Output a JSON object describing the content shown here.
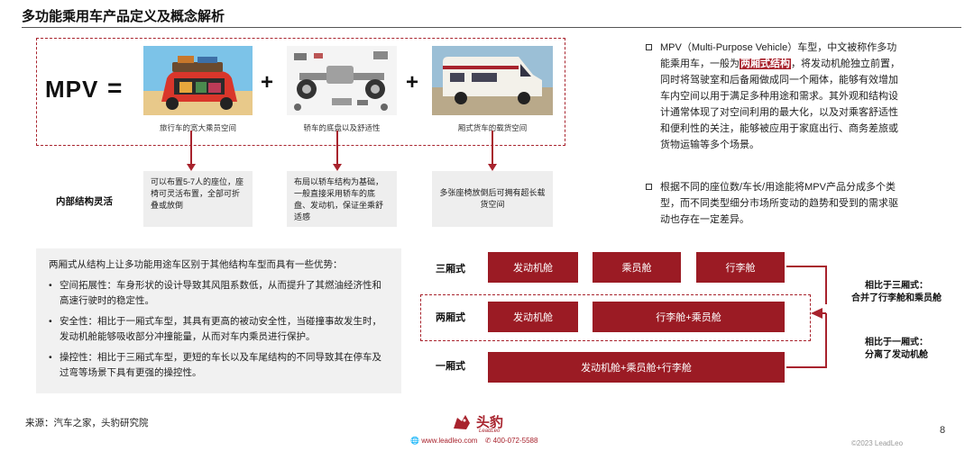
{
  "header": {
    "title": "多功能乘用车产品定义及概念解析"
  },
  "equation": {
    "left": "MPV",
    "equals": "=",
    "plus": "+",
    "items": [
      {
        "caption": "旅行车的宽大乘员空间",
        "description": "可以布置5-7人的座位，座椅可灵活布置，全部可折叠或放倒"
      },
      {
        "caption": "轿车的底盘以及舒适性",
        "description": "布局以轿车结构为基础，一般直接采用轿车的底盘、发动机，保证坐乘舒适感"
      },
      {
        "caption": "厢式货车的载货空间",
        "description": "多张座椅放倒后可拥有超长载货空间"
      }
    ],
    "inner_label": "内部结构灵活"
  },
  "right_panel": {
    "p1_before": "MPV（Multi-Purpose Vehicle）车型，中文被称作多功能乘用车，一般为",
    "p1_highlight": "两厢式结构",
    "p1_after": "，将发动机舱独立前置，同时将驾驶室和后备厢做成同一个厢体，能够有效增加车内空间以用于满足多种用途和需求。其外观和结构设计通常体现了对空间利用的最大化，以及对乘客舒适性和便利性的关注，能够被应用于家庭出行、商务差旅或货物运输等多个场景。",
    "p2": "根据不同的座位数/车长/用途能将MPV产品分成多个类型，而不同类型细分市场所变动的趋势和受到的需求驱动也存在一定差异。"
  },
  "advantages": {
    "intro": "两厢式从结构上让多功能用途车区别于其他结构车型而具有一些优势：",
    "items": [
      "空间拓展性：车身形状的设计导致其风阻系数低，从而提升了其燃油经济性和高速行驶时的稳定性。",
      "安全性：相比于一厢式车型，其具有更高的被动安全性，当碰撞事故发生时，发动机舱能够吸收部分冲撞能量，从而对车内乘员进行保护。",
      "操控性：相比于三厢式车型，更短的车长以及车尾结构的不同导致其在停车及过弯等场景下具有更强的操控性。"
    ]
  },
  "structure": {
    "rows": [
      {
        "label": "三厢式",
        "cells": [
          "发动机舱",
          "乘员舱",
          "行李舱"
        ]
      },
      {
        "label": "两厢式",
        "cells": [
          "发动机舱",
          "行李舱+乘员舱"
        ]
      },
      {
        "label": "一厢式",
        "cells": [
          "发动机舱+乘员舱+行李舱"
        ]
      }
    ],
    "note_top": [
      "相比于三厢式：",
      "合并了行李舱和乘员舱"
    ],
    "note_bottom": [
      "相比于一厢式：",
      "分离了发动机舱"
    ]
  },
  "footer": {
    "source": "来源：汽车之家，头豹研究院",
    "logo": "头豹",
    "logo_sub": "LeadLeo",
    "website": "www.leadleo.com",
    "phone": "400-072-5588",
    "copyright": "©2023 LeadLeo",
    "page": "8"
  },
  "colors": {
    "accent": "#9b1b24",
    "dash": "#a8232d",
    "grey_box": "#eeeeee"
  }
}
